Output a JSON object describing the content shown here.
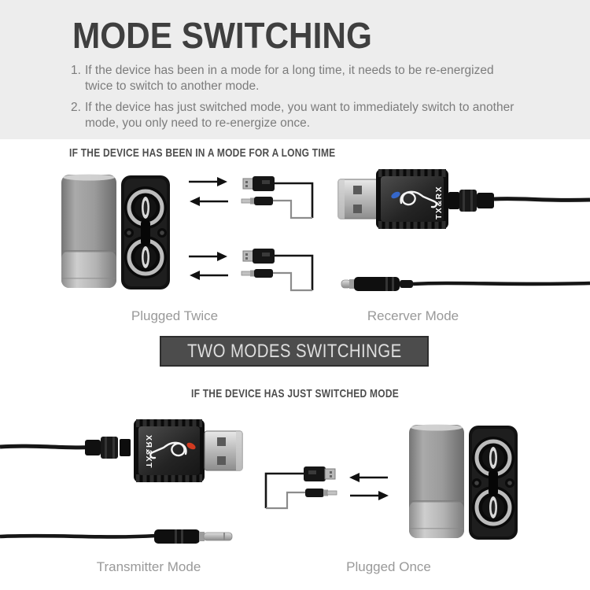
{
  "page": {
    "background": "#ffffff",
    "header_bg": "#ededed",
    "heading_text_color": "#4d4d4d",
    "body_text_color": "#7c7c7c",
    "caption_text_color": "#999999"
  },
  "header": {
    "title": "MODE SWITCHING",
    "instructions": [
      {
        "num": "1.",
        "text": "If the device has been in a mode for a long time, it needs to be re-energized twice to switch to another mode."
      },
      {
        "num": "2.",
        "text": "If the device has just switched mode, you want to immediately switch to another mode, you only need to re-energize once."
      }
    ]
  },
  "sections": {
    "long_time": {
      "heading": "IF THE DEVICE HAS BEEN IN A MODE FOR A LONG TIME",
      "caption_left": "Plugged Twice",
      "caption_right": "Recerver Mode"
    },
    "just_switched": {
      "heading": "IF THE DEVICE HAS JUST SWITCHED MODE",
      "caption_left": "Transmitter Mode",
      "caption_right": "Plugged Once"
    }
  },
  "banner": {
    "text": "TWO MODES SWITCHINGE",
    "bg": "#4c4c4c",
    "text_color": "#dedede"
  },
  "device": {
    "label": "TX&RX",
    "logo": "treble-clef",
    "logo_dot_receiver": "#3567c9",
    "logo_dot_transmitter": "#d13a20"
  },
  "icons": {
    "arrow_right": "→",
    "arrow_left": "←"
  }
}
